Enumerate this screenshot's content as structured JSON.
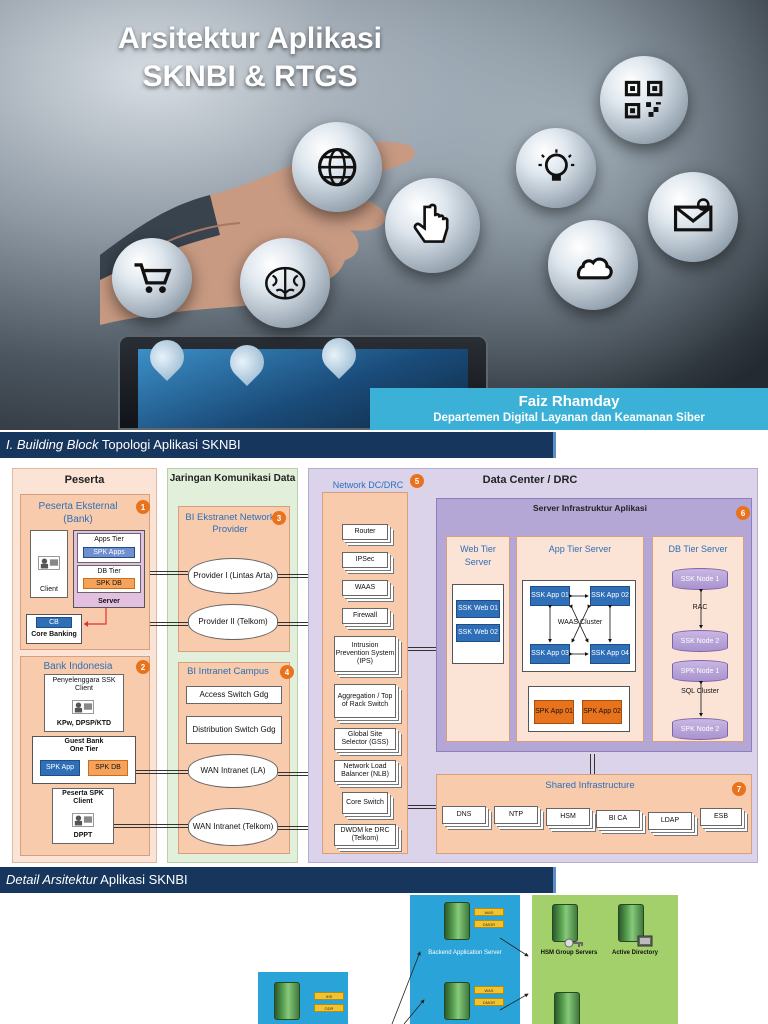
{
  "hero": {
    "title_line1": "Arsitektur Aplikasi",
    "title_line2": "SKNBI & RTGS",
    "author_name": "Faiz Rhamday",
    "author_dept": "Departemen Digital Layanan dan Keamanan Siber",
    "bubble_icons": [
      "shopping-cart-icon",
      "brain-icon",
      "globe-icon",
      "hand-cursor-icon",
      "qr-code-icon",
      "lightbulb-icon",
      "email-icon",
      "cloud-icon"
    ]
  },
  "section1": {
    "banner_italic": "I. Building Block",
    "banner_rest": " Topologi Aplikasi SKNBI"
  },
  "peserta": {
    "title": "Peserta",
    "eksternal_title": "Peserta Eksternal (Bank)",
    "eksternal_num": "1",
    "client_label": "Client",
    "apps_tier": "Apps Tier",
    "spk_apps": "SPK Apps",
    "db_tier": "DB Tier",
    "spk_db": "SPK DB",
    "server_label": "Server",
    "cb": "CB",
    "core_banking": "Core Banking",
    "bi_title": "Bank Indonesia",
    "bi_num": "2",
    "penyelenggara": "Penyelenggara SSK Client",
    "kpw": "KPw, DPSP/KTD",
    "guest_bank": "Guest Bank",
    "one_tier": "One Tier",
    "spk_app": "SPK App",
    "spk_db2": "SPK DB",
    "peserta_spk": "Peserta SPK Client",
    "dppt": "DPPT"
  },
  "jaringan": {
    "title": "Jaringan Komunikasi Data",
    "ekstranet_title": "BI Ekstranet Network Provider",
    "ekstranet_num": "3",
    "provider1": "Provider I (Lintas Arta)",
    "provider2": "Provider II (Telkom)",
    "intranet_title": "BI Intranet Campus",
    "intranet_num": "4",
    "access_switch": "Access Switch Gdg",
    "distribution_switch": "Distribution Switch Gdg",
    "wan_la": "WAN Intranet (LA)",
    "wan_telkom": "WAN Intranet (Telkom)"
  },
  "network_dc": {
    "title": "Network DC/DRC",
    "num": "5",
    "items": [
      "Router",
      "IPSec",
      "WAAS",
      "Firewall",
      "Intrusion Prevention System (IPS)",
      "Aggregation / Top of Rack Switch",
      "Global Site Selector (GSS)",
      "Network Load Balancer (NLB)",
      "Core Switch",
      "DWDM ke DRC (Telkom)"
    ]
  },
  "datacenter": {
    "title": "Data Center / DRC",
    "server_infra_title": "Server Infrastruktur Aplikasi",
    "server_infra_num": "6",
    "web_tier_title": "Web Tier Server",
    "web1": "SSK Web 01",
    "web2": "SSK Web 02",
    "app_tier_title": "App Tier Server",
    "ssk_app1": "SSK App 01",
    "ssk_app2": "SSK App 02",
    "ssk_app3": "SSK App 03",
    "ssk_app4": "SSK App 04",
    "waas_cluster": "WAAS Cluster",
    "spk_app1": "SPK App 01",
    "spk_app2": "SPK App 02",
    "db_tier_title": "DB Tier Server",
    "ssk_node1": "SSK Node 1",
    "rac": "RAC",
    "ssk_node2": "SSK Node 2",
    "spk_node1": "SPK Node 1",
    "sql_cluster": "SQL Cluster",
    "spk_node2": "SPK Node 2",
    "shared_title": "Shared Infrastructure",
    "shared_num": "7",
    "shared_items": [
      "DNS",
      "NTP",
      "HSM",
      "BI CA",
      "LDAP",
      "ESB"
    ]
  },
  "section2": {
    "banner_italic": "Detail Arsitektur",
    "banner_rest": " Aplikasi SKNBI"
  },
  "detail": {
    "backend_label": "Backend Application Server",
    "hsm_label": "HSM Group Servers",
    "ad_label": "Active Directory",
    "tag_was": "WAS",
    "tag_dmgr": "DMGR",
    "tag_ihs": "IHS",
    "tag_odr": "ODR"
  }
}
